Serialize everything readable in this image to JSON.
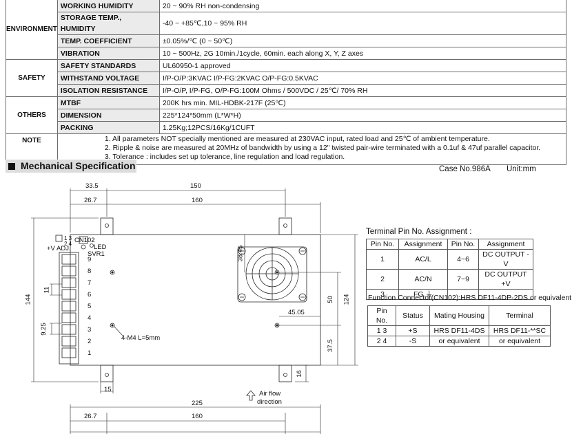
{
  "spec": {
    "environment_label": "ENVIRONMENT",
    "safety_label": "SAFETY",
    "others_label": "OTHERS",
    "note_label": "NOTE",
    "rows": {
      "working_humidity": {
        "label": "WORKING HUMIDITY",
        "value": "20 ~ 90% RH non-condensing"
      },
      "storage": {
        "label": "STORAGE TEMP., HUMIDITY",
        "value": "-40 ~ +85℃,10 ~ 95% RH"
      },
      "temp_coeff": {
        "label": "TEMP. COEFFICIENT",
        "value": "±0.05%/℃ (0 ~ 50℃)"
      },
      "vibration": {
        "label": "VIBRATION",
        "value": "10 ~ 500Hz, 2G 10min./1cycle, 60min. each along X, Y, Z axes"
      },
      "safety_std": {
        "label": "SAFETY STANDARDS",
        "value": "UL60950-1 approved"
      },
      "withstand": {
        "label": "WITHSTAND VOLTAGE",
        "value": "I/P-O/P:3KVAC    I/P-FG:2KVAC    O/P-FG:0.5KVAC"
      },
      "isolation": {
        "label": "ISOLATION RESISTANCE",
        "value": "I/P-O/P, I/P-FG, O/P-FG:100M Ohms / 500VDC / 25℃/ 70% RH"
      },
      "mtbf": {
        "label": "MTBF",
        "value": "200K hrs min.      MIL-HDBK-217F (25℃)"
      },
      "dimension": {
        "label": "DIMENSION",
        "value": "225*124*50mm (L*W*H)"
      },
      "packing": {
        "label": "PACKING",
        "value": "1.25Kg;12PCS/16Kg/1CUFT"
      }
    },
    "notes": [
      "1. All parameters NOT specially mentioned are measured at 230VAC input, rated load and 25℃ of ambient temperature.",
      "2. Ripple & noise are measured at 20MHz of bandwidth by using a 12\" twisted pair-wire terminated with a 0.1uf & 47uf parallel capacitor.",
      "3. Tolerance : includes set up tolerance, line regulation and load regulation."
    ]
  },
  "mech": {
    "title": "Mechanical Specification",
    "case_no": "Case No.986A",
    "unit": "Unit:mm"
  },
  "terminal": {
    "title": "Terminal Pin No. Assignment :",
    "headers": [
      "Pin No.",
      "Assignment",
      "Pin No.",
      "Assignment"
    ],
    "rows": [
      [
        "1",
        "AC/L",
        "4~6",
        "DC OUTPUT -V"
      ],
      [
        "2",
        "AC/N",
        "7~9",
        "DC OUTPUT +V"
      ],
      [
        "3",
        "FG ⏚",
        "",
        ""
      ]
    ]
  },
  "connector": {
    "title": "Function Connector(CN102):HRS DF11-4DP-2DS or equivalent",
    "headers": [
      "Pin No.",
      "Status",
      "Mating Housing",
      "Terminal"
    ],
    "rows": [
      [
        "1  3",
        "+S",
        "HRS DF11-4DS",
        "HRS DF11-**SC"
      ],
      [
        "2  4",
        "-S",
        "or equivalent",
        "or equivalent"
      ]
    ]
  },
  "drawing": {
    "dims": {
      "d33_5": "33.5",
      "d150": "150",
      "d26_7": "26.7",
      "d160": "160",
      "d144": "144",
      "d38_45": "38.45",
      "d11": "11",
      "d9_25": "9.25",
      "d50": "50",
      "d124": "124",
      "d45_05": "45.05",
      "d37_5": "37.5",
      "d16": "16",
      "d15": "15",
      "d225": "225",
      "d26_7b": "26.7",
      "d160b": "160"
    },
    "labels": {
      "cn102": "CN102",
      "led": "LED",
      "svr1": "SVR1",
      "v_adj": "+V  ADJ.",
      "pins13": "1 3",
      "pins24": "2 4",
      "m4": "4-M4 L=5mm",
      "airflow1": "Air flow",
      "airflow2": "direction"
    },
    "pin_numbers": [
      "9",
      "8",
      "7",
      "6",
      "5",
      "4",
      "3",
      "2",
      "1"
    ]
  }
}
